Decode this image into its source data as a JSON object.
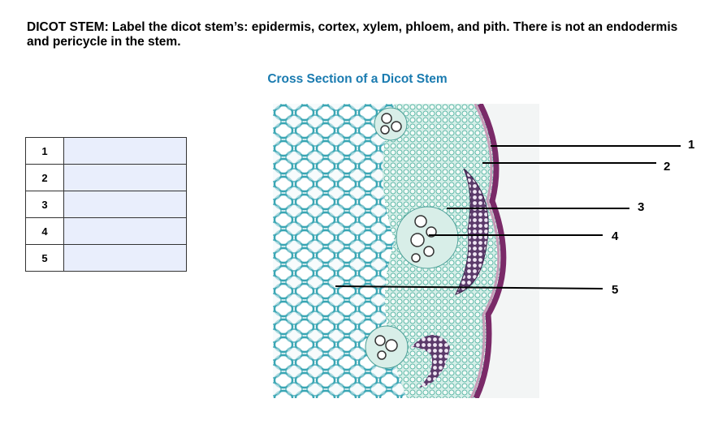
{
  "instructions": {
    "heading": "DICOT STEM: Label the dicot stem’s: epidermis, cortex, xylem, phloem, and pith. There is not an endodermis and pericycle in the stem."
  },
  "figure": {
    "title": "Cross Section of a Dicot Stem"
  },
  "answer_table": {
    "rows": [
      {
        "number": "1",
        "answer": ""
      },
      {
        "number": "2",
        "answer": ""
      },
      {
        "number": "3",
        "answer": ""
      },
      {
        "number": "4",
        "answer": ""
      },
      {
        "number": "5",
        "answer": ""
      }
    ]
  },
  "callouts": [
    "1",
    "2",
    "3",
    "4",
    "5"
  ],
  "colors": {
    "title_blue": "#1a7bb0",
    "answer_fill": "#e9eefc",
    "stain_teal": "#3aa6b4",
    "stain_purple": "#6a2a5a"
  }
}
